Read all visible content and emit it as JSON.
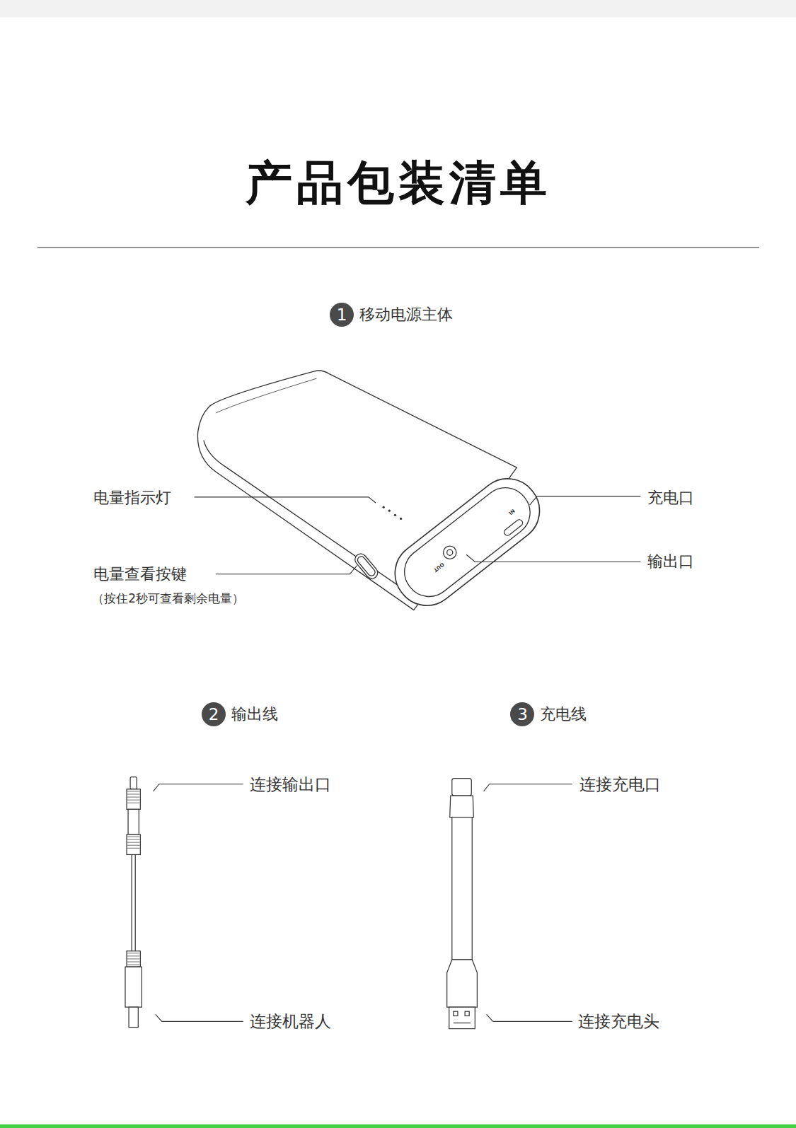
{
  "diagram": {
    "title": "产品包装清单",
    "nodes": [
      {
        "text": [
          "1",
          "移动电源主体"
        ]
      },
      {
        "text": [
          "2",
          "输出线"
        ]
      },
      {
        "text": [
          "3",
          "充电线"
        ]
      }
    ],
    "labels": [
      "电量指示灯",
      "电量查看按键",
      "（按住2秒可查看剩余电量）",
      "充电口",
      "输出口",
      "IN",
      "OUT",
      "连接输出口",
      "连接机器人",
      "连接充电口",
      "连接充电头"
    ]
  }
}
